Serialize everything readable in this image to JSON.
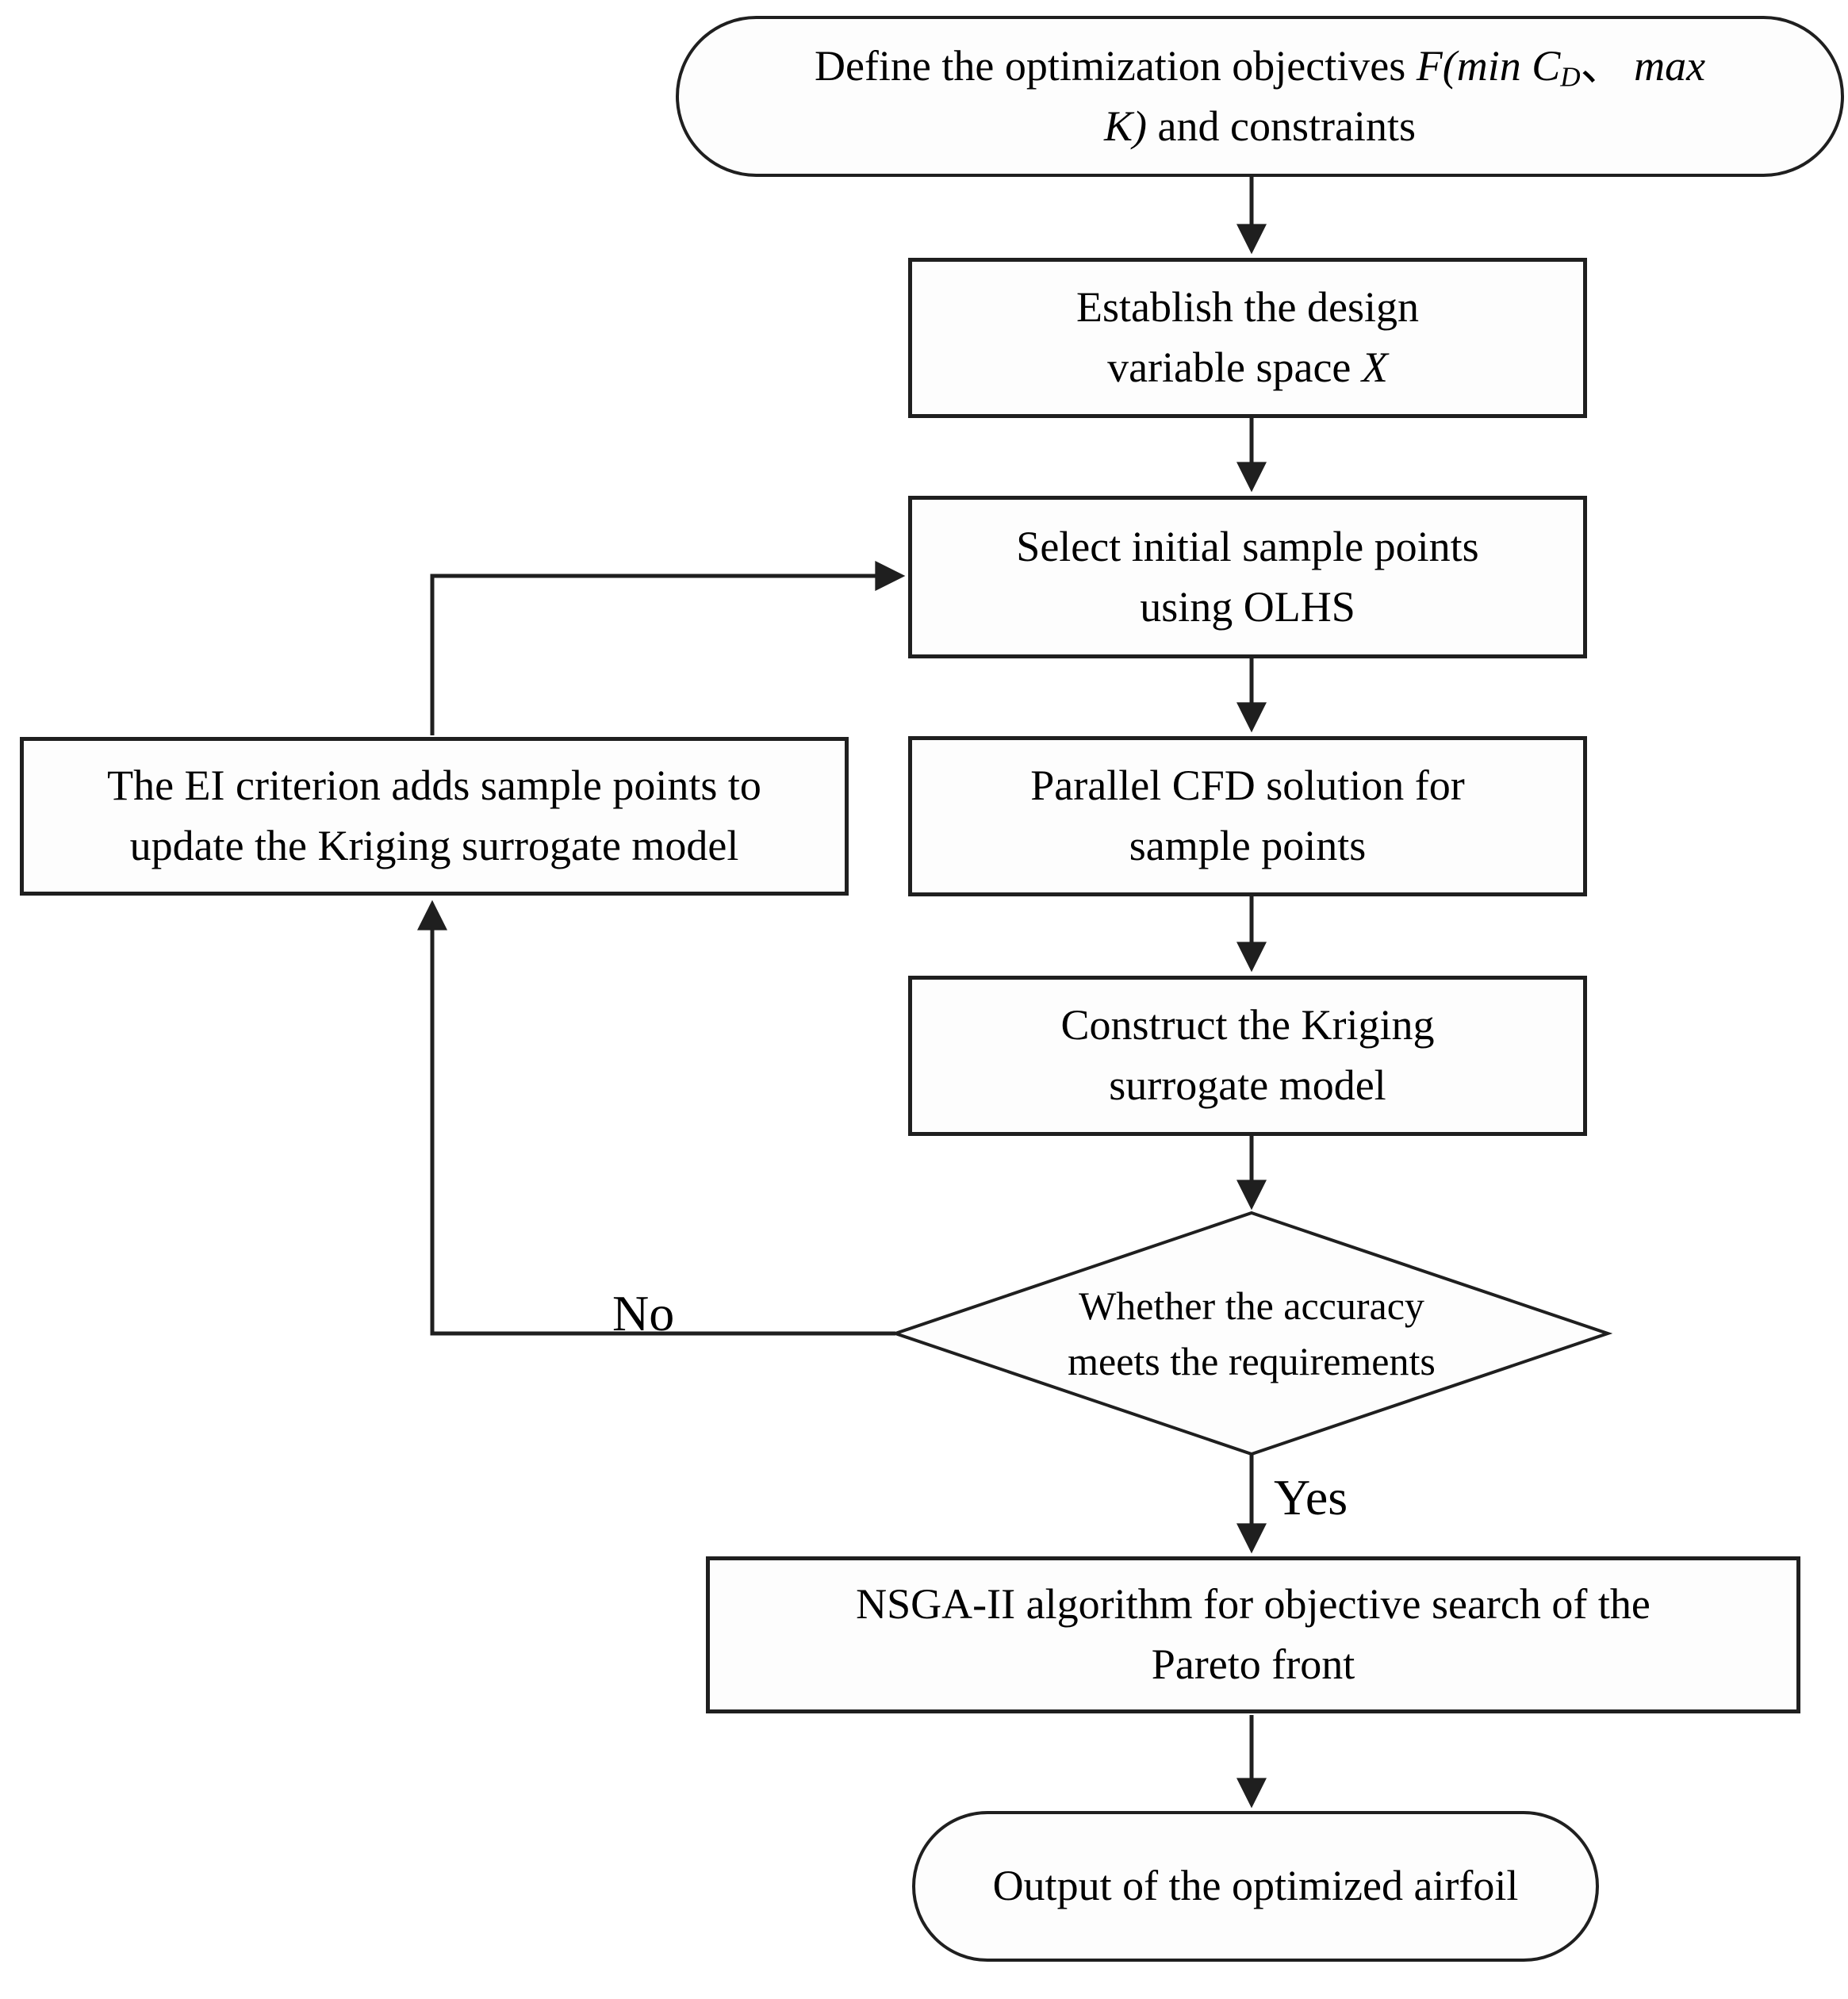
{
  "figure": {
    "type": "flowchart",
    "title": "Airfoil optimization flowchart",
    "background_color": "#ffffff",
    "line_color": "#1f1f1f",
    "text_color": "#000000"
  },
  "nodes": {
    "start": {
      "shape": "stadium",
      "a": "Define the optimization objectives ",
      "b": "F(min C",
      "c": "D",
      "d": "、 ",
      "e": "max",
      "f": "K)",
      "g": " and constraints"
    },
    "establish": {
      "shape": "rect",
      "a": "Establish the design",
      "b": "variable space ",
      "c": "X"
    },
    "select": {
      "shape": "rect",
      "a": "Select initial sample points",
      "b": "using OLHS"
    },
    "cfd": {
      "shape": "rect",
      "a": "Parallel CFD solution for",
      "b": "sample points"
    },
    "kriging": {
      "shape": "rect",
      "a": "Construct the Kriging",
      "b": "surrogate model"
    },
    "decision": {
      "shape": "diamond",
      "a": "Whether the accuracy",
      "b": "meets the requirements"
    },
    "ei": {
      "shape": "rect",
      "a": "The EI criterion adds sample points to",
      "b": "update the Kriging surrogate model"
    },
    "nsga": {
      "shape": "rect",
      "a": "NSGA-II algorithm for objective search of the",
      "b": "Pareto front"
    },
    "output": {
      "shape": "stadium",
      "a": "Output of the optimized airfoil"
    }
  },
  "edge_labels": {
    "no": "No",
    "yes": "Yes"
  }
}
